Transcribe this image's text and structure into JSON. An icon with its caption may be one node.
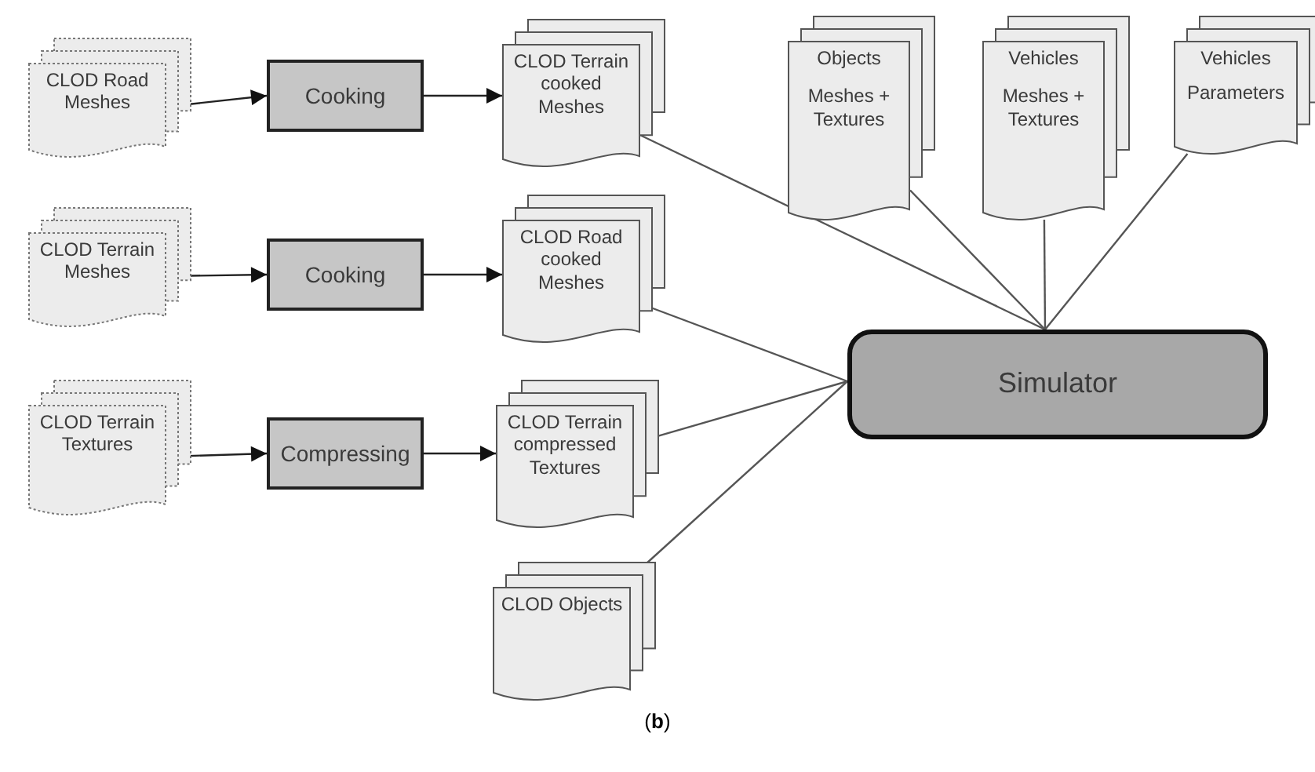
{
  "diagram": {
    "caption": "(**b**)",
    "nodes": [
      {
        "text": [
          "CLOD Road Meshes"
        ]
      },
      {
        "text": [
          "Cooking"
        ]
      },
      {
        "text": [
          "CLOD Terrain cooked Meshes"
        ]
      },
      {
        "text": [
          "Objects",
          "Meshes + Textures"
        ]
      },
      {
        "text": [
          "Vehicles",
          "Meshes + Textures"
        ]
      },
      {
        "text": [
          "Vehicles",
          "Parameters"
        ]
      },
      {
        "text": [
          "CLOD Terrain Meshes"
        ]
      },
      {
        "text": [
          "Cooking"
        ]
      },
      {
        "text": [
          "CLOD Road cooked Meshes"
        ]
      },
      {
        "text": [
          "Simulator"
        ]
      },
      {
        "text": [
          "CLOD Terrain Textures"
        ]
      },
      {
        "text": [
          "Compressing"
        ]
      },
      {
        "text": [
          "CLOD Terrain compressed Textures"
        ]
      },
      {
        "text": [
          "CLOD Objects"
        ]
      }
    ],
    "edges": [
      {
        "from": 0,
        "to": 1,
        "arrow": "to"
      },
      {
        "from": 1,
        "to": 2,
        "arrow": "to"
      },
      {
        "from": 6,
        "to": 7,
        "arrow": "to"
      },
      {
        "from": 7,
        "to": 8,
        "arrow": "to"
      },
      {
        "from": 10,
        "to": 11,
        "arrow": "to"
      },
      {
        "from": 11,
        "to": 12,
        "arrow": "to"
      },
      {
        "from": 2,
        "to": 9,
        "arrow": "none"
      },
      {
        "from": 8,
        "to": 9,
        "arrow": "none"
      },
      {
        "from": 12,
        "to": 9,
        "arrow": "none"
      },
      {
        "from": 13,
        "to": 9,
        "arrow": "none"
      },
      {
        "from": 3,
        "to": 9,
        "arrow": "none"
      },
      {
        "from": 4,
        "to": 9,
        "arrow": "none"
      },
      {
        "from": 5,
        "to": 9,
        "arrow": "none"
      }
    ]
  }
}
